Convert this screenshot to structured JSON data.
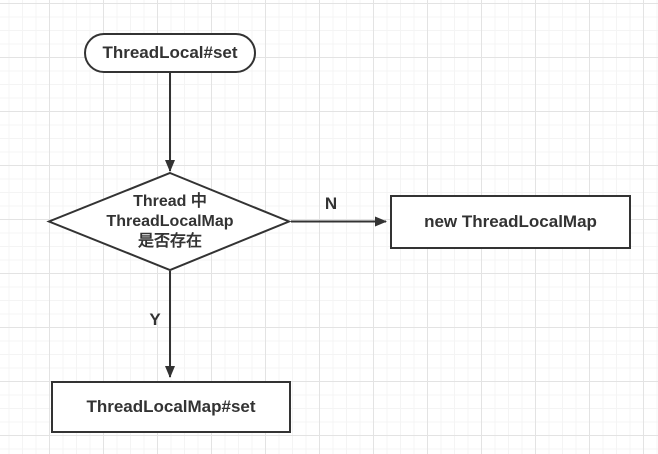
{
  "diagram": {
    "type": "flowchart",
    "canvas": {
      "background_color": "#ffffff",
      "grid_minor_color": "#f4f4f4",
      "grid_major_color": "#e3e3e3"
    },
    "style": {
      "stroke_color": "#333333",
      "text_color": "#333333",
      "node_fill_color": "#ffffff"
    },
    "nodes": {
      "start": {
        "shape": "rounded",
        "label": "ThreadLocal#set"
      },
      "decision": {
        "shape": "diamond",
        "lines": [
          "Thread 中",
          "ThreadLocalMap",
          "是否存在"
        ]
      },
      "new_map": {
        "shape": "rectangle",
        "label": "new ThreadLocalMap"
      },
      "map_set": {
        "shape": "rectangle",
        "label": "ThreadLocalMap#set"
      }
    },
    "edges": [
      {
        "from": "start",
        "to": "decision",
        "label": ""
      },
      {
        "from": "decision",
        "to": "new_map",
        "label": "N"
      },
      {
        "from": "decision",
        "to": "map_set",
        "label": "Y"
      }
    ]
  }
}
